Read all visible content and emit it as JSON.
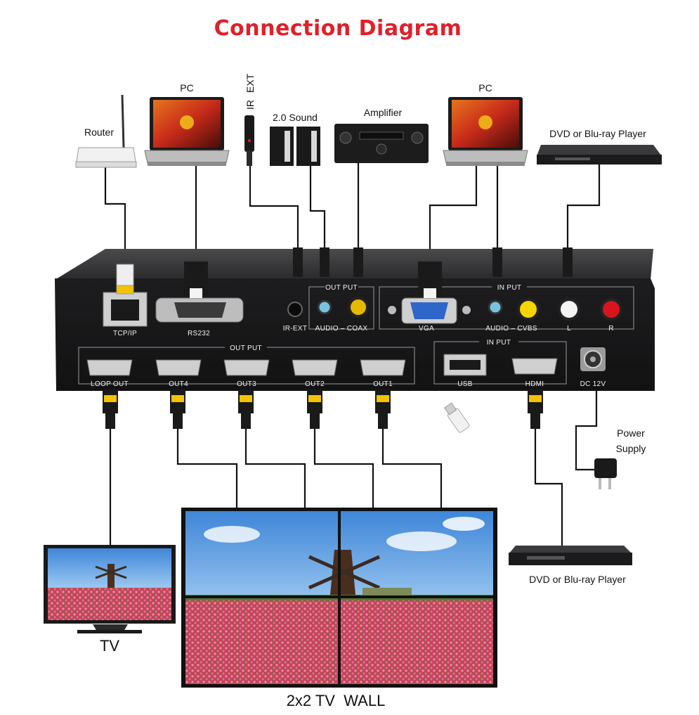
{
  "title": "Connection Diagram",
  "devices": {
    "router": "Router",
    "pc_left": "PC",
    "ir_ext_label_1": "IR",
    "ir_ext_label_2": "EXT",
    "sound": "2.0 Sound",
    "amplifier": "Amplifier",
    "pc_right": "PC",
    "dvd_top": "DVD or Blu-ray Player",
    "power_line_1": "Power",
    "power_line_2": "Supply",
    "dvd_bottom": "DVD or Blu-ray Player",
    "tv": "TV",
    "tv_wall": "2x2 TV  WALL"
  },
  "panel": {
    "tcpip": "TCP/IP",
    "rs232": "RS232",
    "ir_ext": "IR-EXT",
    "out_put_top": "OUT PUT",
    "audio_coax": "AUDIO – COAX",
    "in_put_top": "IN PUT",
    "vga": "VGA",
    "audio_cvbs": "AUDIO – CVBS",
    "l": "L",
    "r": "R",
    "out_put_bottom": "OUT PUT",
    "loop_out": "LOOP OUT",
    "out4": "OUT4",
    "out3": "OUT3",
    "out2": "OUT2",
    "out1": "OUT1",
    "in_put_bottom": "IN PUT",
    "usb": "USB",
    "hdmi": "HDMI",
    "dc": "DC 12V"
  },
  "colors": {
    "title": "#e0202a",
    "panel": "#2b2b2e",
    "hdmi_plug": "#f3c300",
    "rca_yellow": "#f5d400",
    "rca_red": "#d8141d",
    "rca_white": "#f4f4f4",
    "vga_blue": "#2f66c9"
  }
}
